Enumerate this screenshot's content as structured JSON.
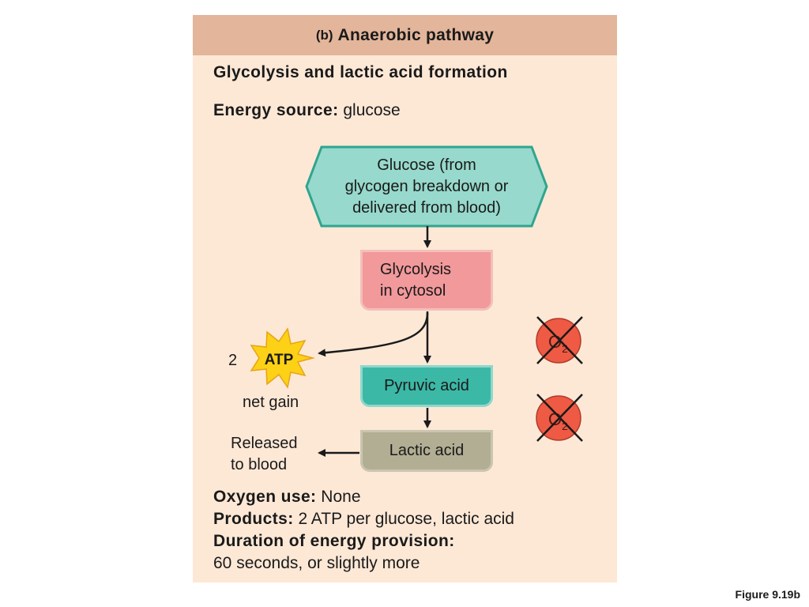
{
  "header": {
    "letter": "(b)",
    "title": "Anaerobic pathway"
  },
  "subtitle": "Glycolysis and lactic acid formation",
  "energy_source": {
    "label": "Energy source:",
    "value": "glucose"
  },
  "flow": {
    "glucose_lines": [
      "Glucose (from",
      "glycogen breakdown or",
      "delivered from blood)"
    ],
    "glycolysis_lines": [
      "Glycolysis",
      "in cytosol"
    ],
    "pyruvic": "Pyruvic acid",
    "lactic": "Lactic acid"
  },
  "atp": {
    "count": "2",
    "label": "ATP",
    "note": "net gain"
  },
  "released": [
    "Released",
    "to blood"
  ],
  "no_oxygen_symbol": {
    "letter": "O",
    "subscript": "2"
  },
  "summary": {
    "oxygen_label": "Oxygen use:",
    "oxygen_value": "None",
    "products_label": "Products:",
    "products_value": "2 ATP per glucose, lactic acid",
    "duration_label": "Duration of energy provision:",
    "duration_value": "60 seconds, or slightly more"
  },
  "figure_label": "Figure 9.19b",
  "colors": {
    "panel_bg": "#fde8d6",
    "header_bg": "#e3b59a",
    "glucose_fill": "#97d9cc",
    "glucose_stroke": "#2fa58f",
    "glycolysis_fill": "#f2999b",
    "pyruvic_fill": "#3cb8a6",
    "lactic_fill": "#b2ae94",
    "atp_star": "#fcd116",
    "no_o2_circle": "#ee5a44"
  }
}
